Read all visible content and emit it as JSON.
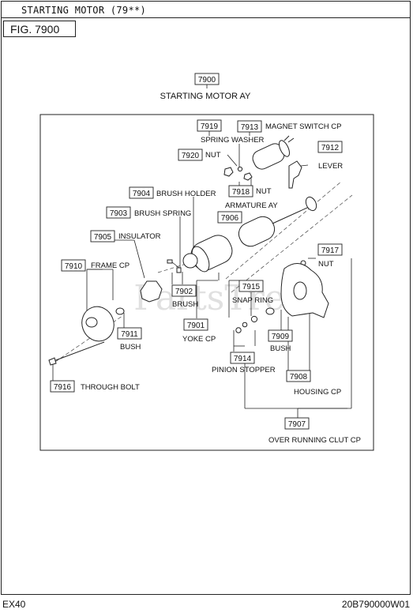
{
  "header": {
    "title": "STARTING MOTOR (79**)",
    "figure": "FIG. 7900"
  },
  "footer": {
    "model": "EX40",
    "code": "20B790000W01"
  },
  "watermark": "PartsTree",
  "parts": [
    {
      "number": "7900",
      "name": "STARTING MOTOR AY"
    },
    {
      "number": "7919",
      "name": "SPRING WASHER"
    },
    {
      "number": "7913",
      "name": "MAGNET SWITCH CP"
    },
    {
      "number": "7920",
      "name": "NUT"
    },
    {
      "number": "7912",
      "name": "LEVER"
    },
    {
      "number": "7918",
      "name": "NUT"
    },
    {
      "number": "7904",
      "name": "BRUSH HOLDER"
    },
    {
      "number": "7903",
      "name": "BRUSH SPRING"
    },
    {
      "number": "7906",
      "name": "ARMATURE AY"
    },
    {
      "number": "7905",
      "name": "INSULATOR"
    },
    {
      "number": "7917",
      "name": "NUT"
    },
    {
      "number": "7910",
      "name": "FRAME CP"
    },
    {
      "number": "7902",
      "name": "BRUSH"
    },
    {
      "number": "7915",
      "name": "SNAP RING"
    },
    {
      "number": "7901",
      "name": "YOKE CP"
    },
    {
      "number": "7911",
      "name": "BUSH"
    },
    {
      "number": "7909",
      "name": "BUSH"
    },
    {
      "number": "7914",
      "name": "PINION STOPPER"
    },
    {
      "number": "7908",
      "name": "HOUSING CP"
    },
    {
      "number": "7916",
      "name": "THROUGH BOLT"
    },
    {
      "number": "7907",
      "name": "OVER RUNNING CLUT CP"
    }
  ]
}
